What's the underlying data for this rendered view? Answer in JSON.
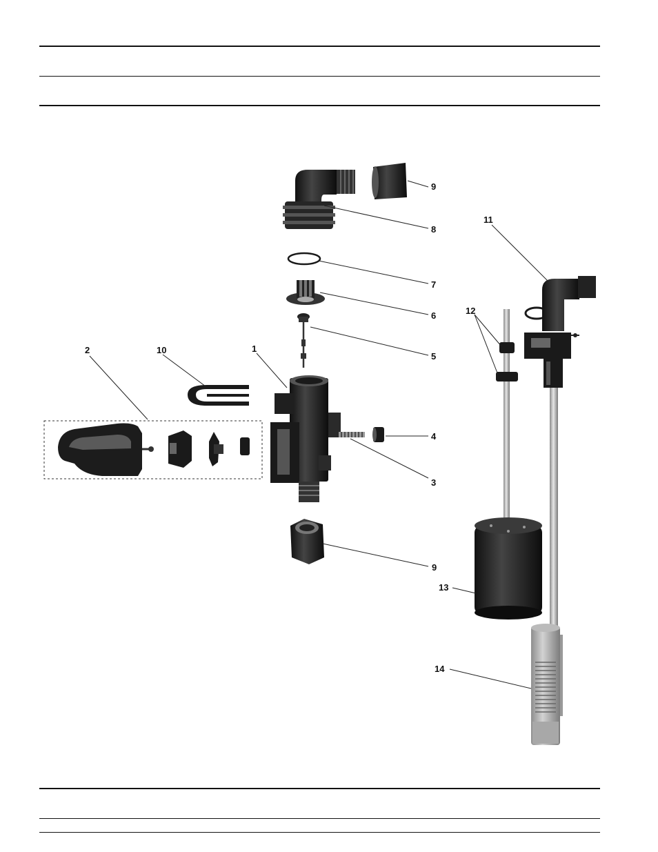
{
  "diagram": {
    "type": "exploded-parts-view",
    "callouts": [
      {
        "id": "c1",
        "label": "1"
      },
      {
        "id": "c2",
        "label": "2"
      },
      {
        "id": "c3",
        "label": "3"
      },
      {
        "id": "c4",
        "label": "4"
      },
      {
        "id": "c5",
        "label": "5"
      },
      {
        "id": "c6",
        "label": "6"
      },
      {
        "id": "c7",
        "label": "7"
      },
      {
        "id": "c8",
        "label": "8"
      },
      {
        "id": "c9a",
        "label": "9"
      },
      {
        "id": "c9b",
        "label": "9"
      },
      {
        "id": "c10",
        "label": "10"
      },
      {
        "id": "c11",
        "label": "11"
      },
      {
        "id": "c12",
        "label": "12"
      },
      {
        "id": "c13",
        "label": "13"
      },
      {
        "id": "c14",
        "label": "14"
      }
    ]
  }
}
